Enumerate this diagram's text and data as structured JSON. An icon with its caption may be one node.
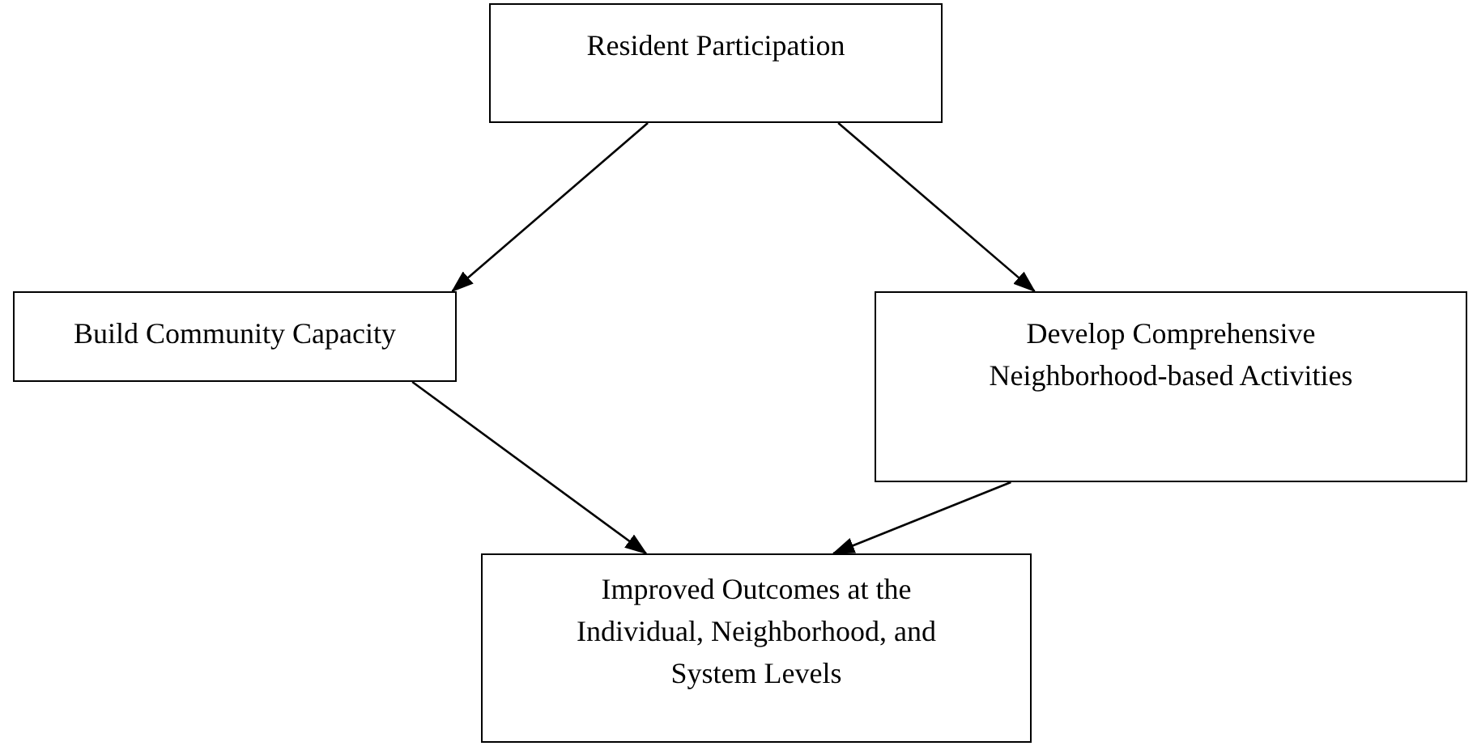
{
  "diagram": {
    "nodes": [
      {
        "text": [
          "Resident Participation"
        ]
      },
      {
        "text": [
          "Build Community Capacity"
        ]
      },
      {
        "text": [
          "Develop Comprehensive Neighborhood-based Activities"
        ]
      },
      {
        "text": [
          "Improved Outcomes at the Individual, Neighborhood, and System Levels"
        ]
      }
    ],
    "edges": [
      {
        "from": 0,
        "to": 1,
        "arrow": "to"
      },
      {
        "from": 0,
        "to": 2,
        "arrow": "to"
      },
      {
        "from": 1,
        "to": 3,
        "arrow": "to"
      },
      {
        "from": 2,
        "to": 3,
        "arrow": "to"
      }
    ]
  }
}
